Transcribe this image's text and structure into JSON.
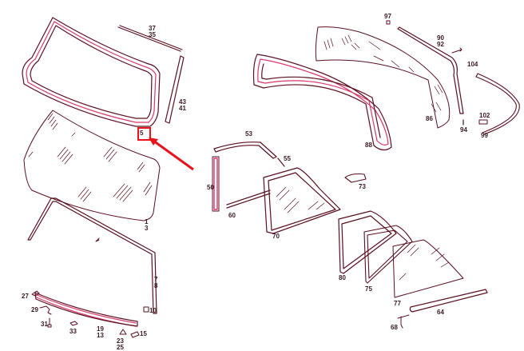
{
  "diagram": {
    "type": "exploded parts diagram - car window glass and seals",
    "colors": {
      "line": "#5a1020",
      "tint": "#d9376a",
      "highlight": "#e8131d",
      "background": "#ffffff"
    },
    "highlight": {
      "label": "5",
      "note": "red box with red arrow pointing to part 5"
    },
    "labels": {
      "p37": "37",
      "p35": "35",
      "p43": "43",
      "p41": "41",
      "p5": "5",
      "p1": "1",
      "p3": "3",
      "p7": "7",
      "p8": "8",
      "p10": "10",
      "p27": "27",
      "p29": "29",
      "p31": "31",
      "p33": "33",
      "p19": "19",
      "p13": "13",
      "p23": "23",
      "p25": "25",
      "p15": "15",
      "p97": "97",
      "p90": "90",
      "p92": "92",
      "p104": "104",
      "p102": "102",
      "p99": "99",
      "p94": "94",
      "p86": "86",
      "p88": "88",
      "p53": "53",
      "p55": "55",
      "p50": "50",
      "p60": "60",
      "p70": "70",
      "p73": "73",
      "p80": "80",
      "p75": "75",
      "p77": "77",
      "p64": "64",
      "p68": "68"
    }
  }
}
